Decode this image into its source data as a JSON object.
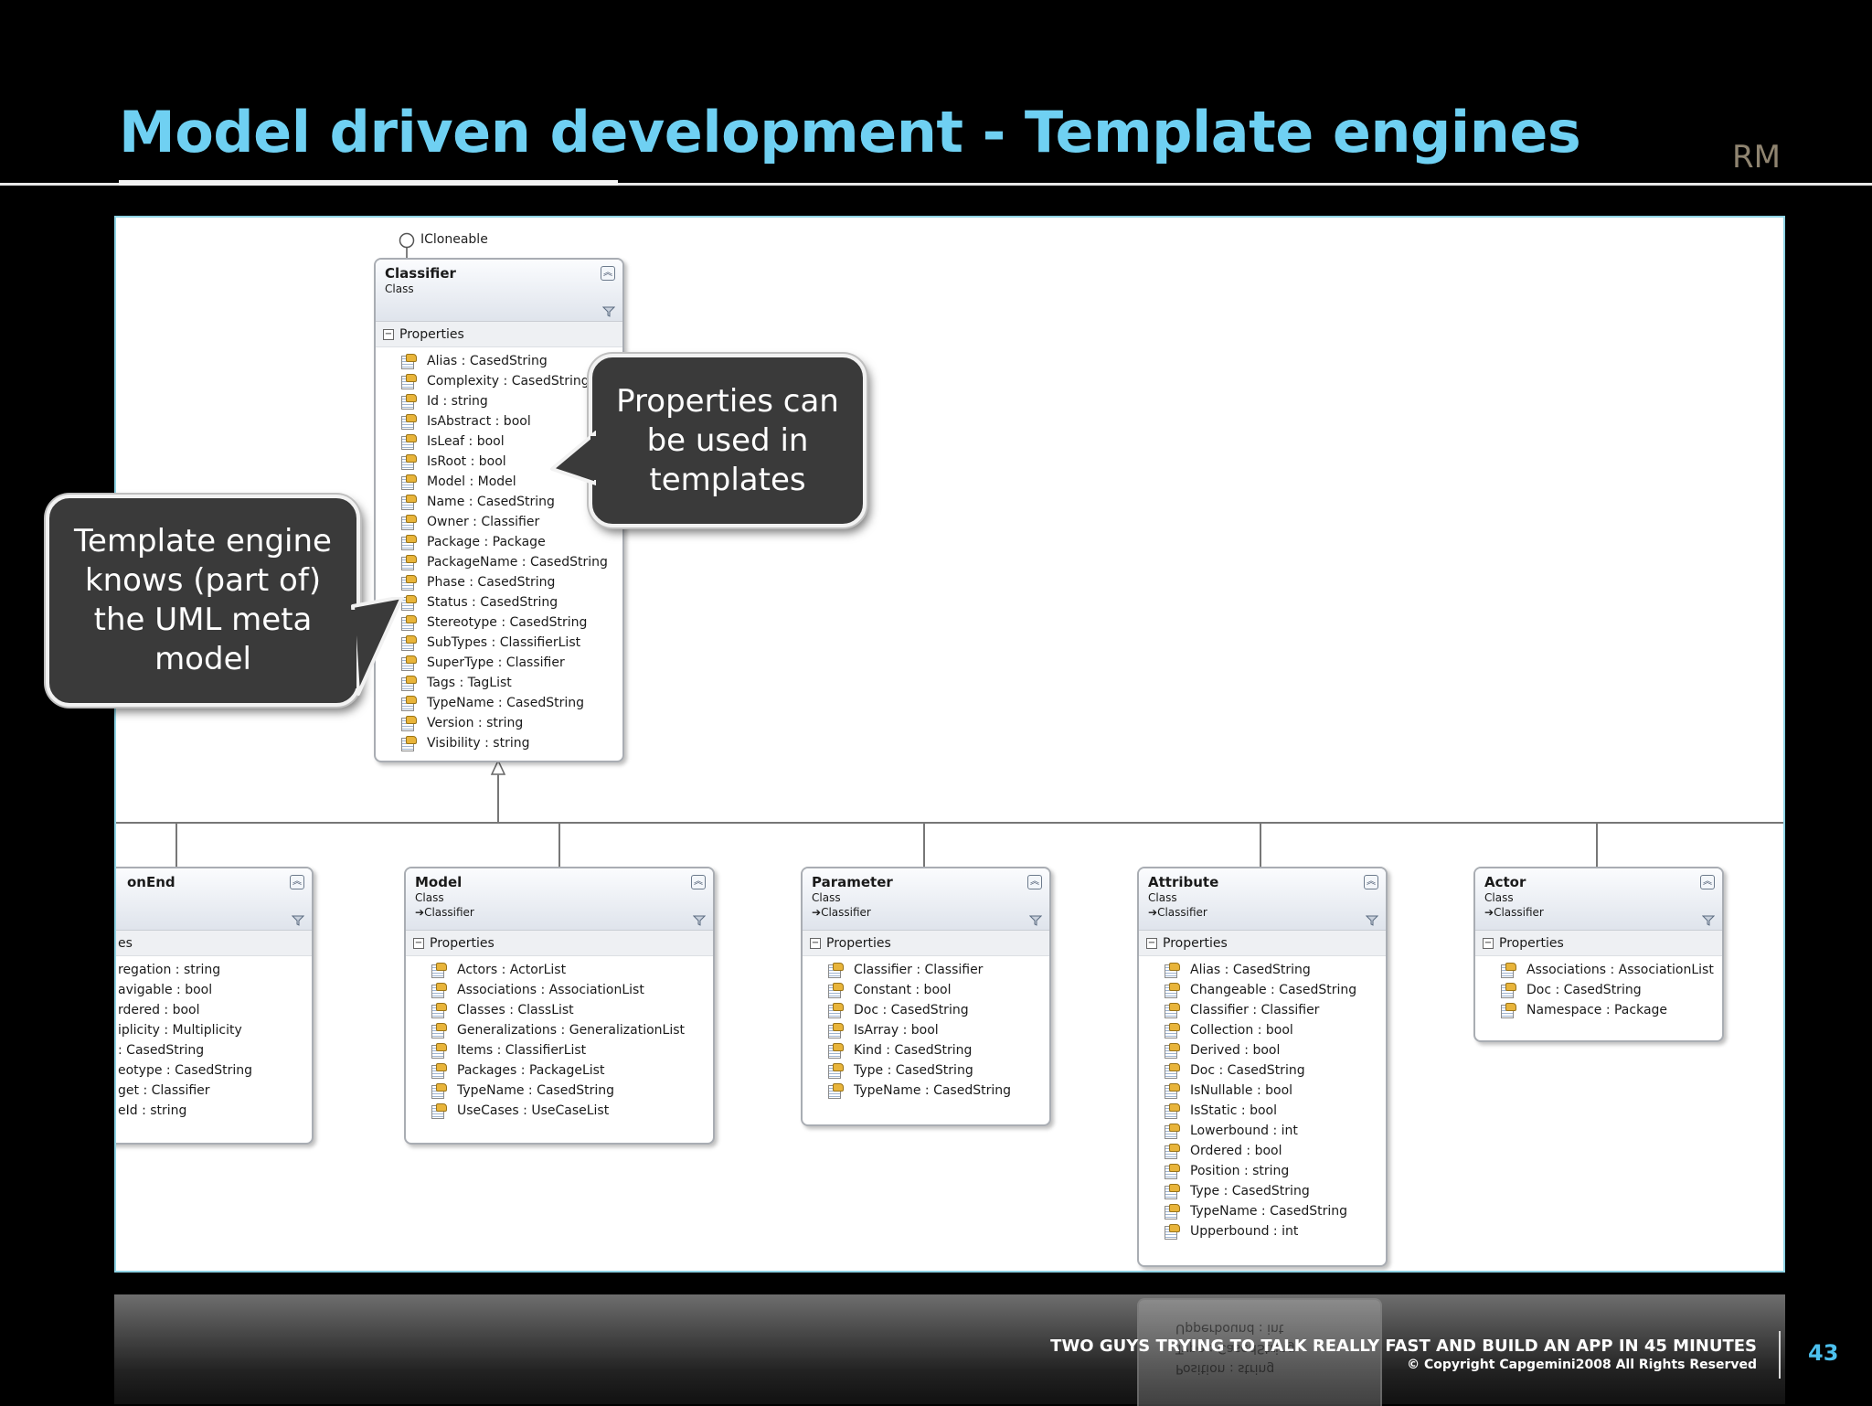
{
  "slide": {
    "title": "Model driven development - Template engines",
    "initials": "RM",
    "footer_main": "TWO GUYS TRYING TO TALK REALLY FAST AND BUILD AN APP IN 45 MINUTES",
    "footer_copyright": "© Copyright Capgemini2008 All Rights Reserved",
    "page_number": "43"
  },
  "colors": {
    "title": "#6fd0f2",
    "page_number": "#4cc0ee",
    "panel_border": "#8fd3e4",
    "background": "#000000"
  },
  "diagram": {
    "interface": "ICloneable",
    "section_label": "Properties",
    "classifier": {
      "name": "Classifier",
      "stereotype": "Class",
      "properties": [
        "Alias : CasedString",
        "Complexity : CasedString",
        "Id : string",
        "IsAbstract : bool",
        "IsLeaf : bool",
        "IsRoot : bool",
        "Model : Model",
        "Name : CasedString",
        "Owner : Classifier",
        "Package : Package",
        "PackageName : CasedString",
        "Phase : CasedString",
        "Status : CasedString",
        "Stereotype : CasedString",
        "SubTypes : ClassifierList",
        "SuperType : Classifier",
        "Tags : TagList",
        "TypeName : CasedString",
        "Version : string",
        "Visibility : string"
      ]
    },
    "association_end": {
      "name": "onEnd",
      "section_label": "es",
      "properties": [
        "regation : string",
        "avigable : bool",
        "rdered : bool",
        "iplicity : Multiplicity",
        ": CasedString",
        "eotype : CasedString",
        "get : Classifier",
        "eId : string"
      ]
    },
    "model": {
      "name": "Model",
      "stereotype": "Class",
      "base": "Classifier",
      "properties": [
        "Actors : ActorList",
        "Associations : AssociationList",
        "Classes : ClassList",
        "Generalizations : GeneralizationList",
        "Items : ClassifierList",
        "Packages : PackageList",
        "TypeName : CasedString",
        "UseCases : UseCaseList"
      ]
    },
    "parameter": {
      "name": "Parameter",
      "stereotype": "Class",
      "base": "Classifier",
      "properties": [
        "Classifier : Classifier",
        "Constant : bool",
        "Doc : CasedString",
        "IsArray : bool",
        "Kind : CasedString",
        "Type : CasedString",
        "TypeName : CasedString"
      ]
    },
    "attribute": {
      "name": "Attribute",
      "stereotype": "Class",
      "base": "Classifier",
      "properties": [
        "Alias : CasedString",
        "Changeable : CasedString",
        "Classifier : Classifier",
        "Collection : bool",
        "Derived : bool",
        "Doc : CasedString",
        "IsNullable : bool",
        "IsStatic : bool",
        "Lowerbound : int",
        "Ordered : bool",
        "Position : string",
        "Type : CasedString",
        "TypeName : CasedString",
        "Upperbound : int"
      ]
    },
    "actor": {
      "name": "Actor",
      "stereotype": "Class",
      "base": "Classifier",
      "properties": [
        "Associations : AssociationList",
        "Doc : CasedString",
        "Namespace : Package"
      ]
    }
  },
  "callouts": {
    "properties_text": "Properties can be used in templates",
    "engine_text": "Template engine knows (part of) the UML meta model"
  },
  "reflection_lines": [
    "Upperbound : int",
    "Type : CasedString",
    "Position : string"
  ]
}
